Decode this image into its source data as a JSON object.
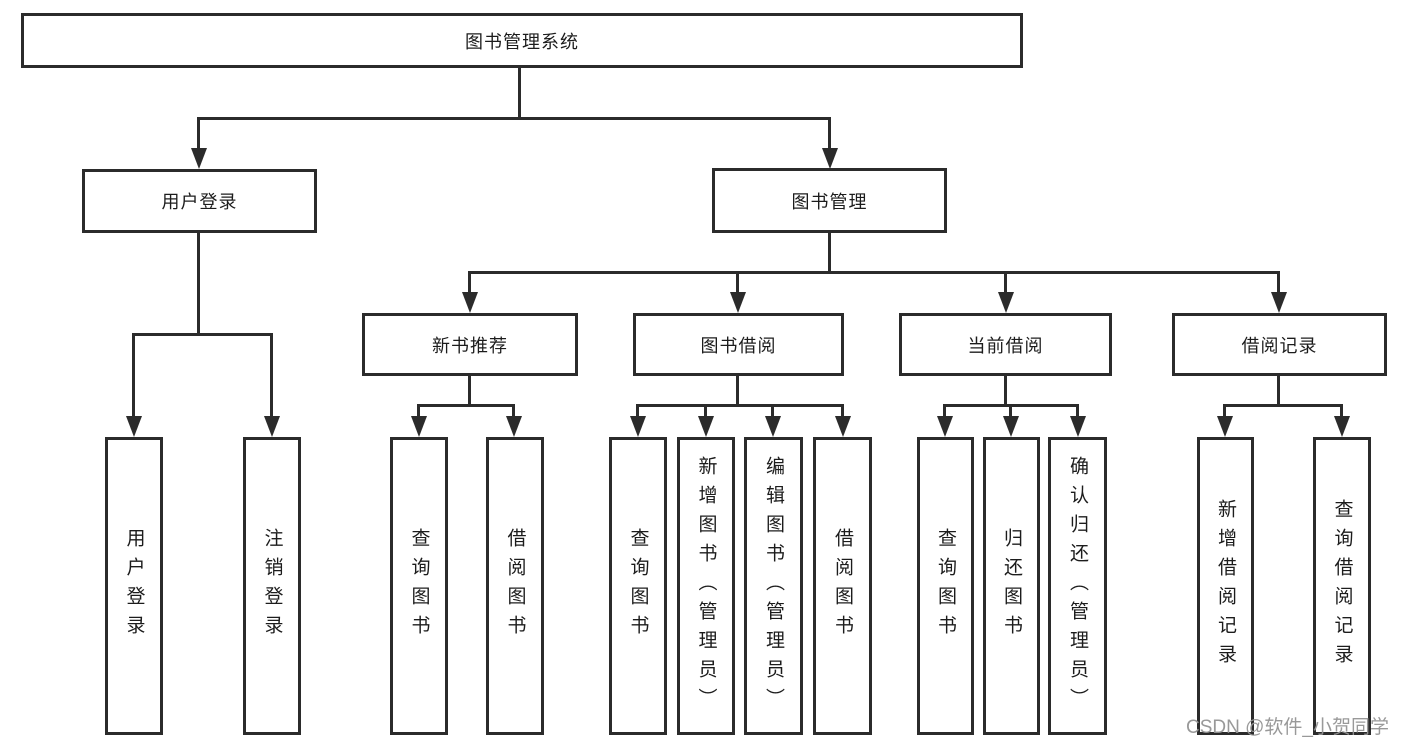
{
  "tree": {
    "label": "图书管理系统",
    "children": [
      {
        "label": "用户登录",
        "children": [
          {
            "label": "用户登录"
          },
          {
            "label": "注销登录"
          }
        ]
      },
      {
        "label": "图书管理",
        "children": [
          {
            "label": "新书推荐",
            "children": [
              {
                "label": "查询图书"
              },
              {
                "label": "借阅图书"
              }
            ]
          },
          {
            "label": "图书借阅",
            "children": [
              {
                "label": "查询图书"
              },
              {
                "label": "新增图书（管理员）"
              },
              {
                "label": "编辑图书（管理员）"
              },
              {
                "label": "借阅图书"
              }
            ]
          },
          {
            "label": "当前借阅",
            "children": [
              {
                "label": "查询图书"
              },
              {
                "label": "归还图书"
              },
              {
                "label": "确认归还（管理员）"
              }
            ]
          },
          {
            "label": "借阅记录",
            "children": [
              {
                "label": "新增借阅记录"
              },
              {
                "label": "查询借阅记录"
              }
            ]
          }
        ]
      }
    ]
  },
  "watermark": {
    "text": "CSDN @软件_小贺同学"
  },
  "colors": {
    "line": "#2b2b2b",
    "box_border": "#2b2b2b",
    "text": "#1c1c1c",
    "watermark": "#949494",
    "background": "#ffffff"
  }
}
